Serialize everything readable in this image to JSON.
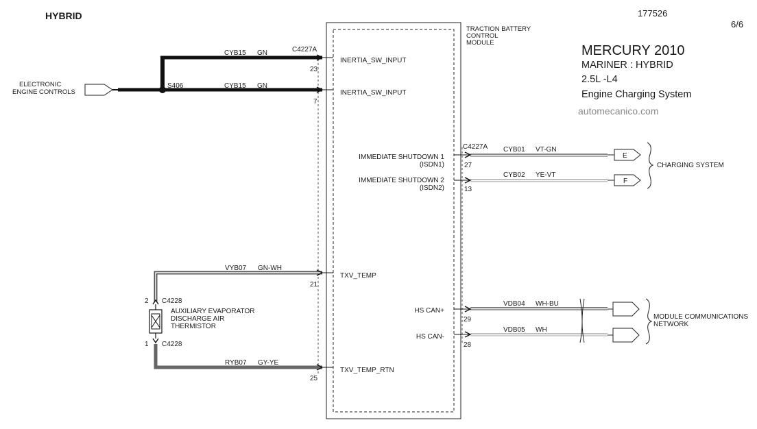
{
  "header": {
    "section": "HYBRID",
    "doc_number": "177526",
    "page": "6/6"
  },
  "title_block": {
    "make_year": "MERCURY 2010",
    "model": "MARINER :  HYBRID",
    "engine": "2.5L -L4",
    "system": "Engine Charging System",
    "watermark": "automecanico.com"
  },
  "module": {
    "name_line1": "TRACTION BATTERY",
    "name_line2": "CONTROL",
    "name_line3": "MODULE"
  },
  "left_circuits": {
    "inertia1": {
      "wire": "CYB15",
      "color": "GN",
      "connector": "C4227A",
      "pin": "23",
      "signal": "INERTIA_SW_INPUT"
    },
    "inertia2": {
      "wire": "CYB15",
      "color": "GN",
      "splice": "S406",
      "pin": "7",
      "signal": "INERTIA_SW_INPUT"
    },
    "eec": {
      "line1": "ELECTRONIC",
      "line2": "ENGINE CONTROLS"
    },
    "txv_temp": {
      "wire": "VYB07",
      "color": "GN-WH",
      "pin": "21",
      "signal": "TXV_TEMP"
    },
    "txv_rtn": {
      "wire": "RYB07",
      "color": "GY-YE",
      "pin": "25",
      "signal": "TXV_TEMP_RTN"
    },
    "sensor": {
      "pin_top": "2",
      "conn_top": "C4228",
      "pin_bottom": "1",
      "conn_bottom": "C4228",
      "line1": "AUXILIARY EVAPORATOR",
      "line2": "DISCHARGE AIR",
      "line3": "THERMISTOR"
    }
  },
  "right_circuits": {
    "isdn1": {
      "connector": "C4227A",
      "wire": "CYB01",
      "color": "VT-GN",
      "pin": "27",
      "signal_line1": "IMMEDIATE SHUTDOWN 1",
      "signal_line2": "(ISDN1)",
      "dest": "E"
    },
    "isdn2": {
      "wire": "CYB02",
      "color": "YE-VT",
      "pin": "13",
      "signal_line1": "IMMEDIATE SHUTDOWN 2",
      "signal_line2": "(ISDN2)",
      "dest": "F"
    },
    "charging_system": "CHARGING SYSTEM",
    "can_hi": {
      "wire": "VDB04",
      "color": "WH-BU",
      "pin": "29",
      "signal": "HS CAN+"
    },
    "can_lo": {
      "wire": "VDB05",
      "color": "WH",
      "pin": "28",
      "signal": "HS CAN-"
    },
    "network_line1": "MODULE COMMUNICATIONS",
    "network_line2": "NETWORK"
  }
}
